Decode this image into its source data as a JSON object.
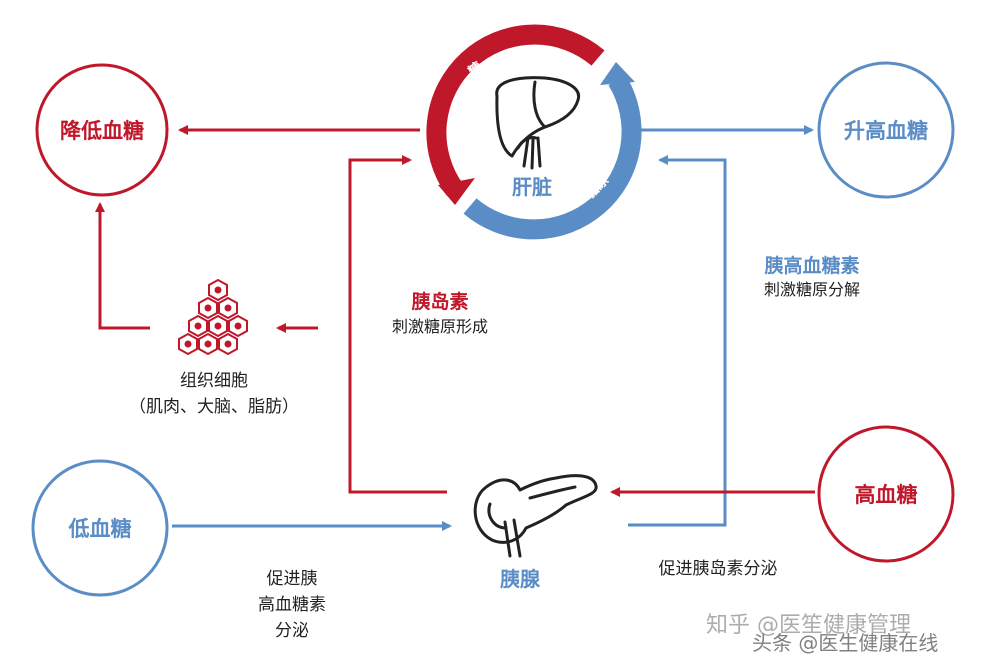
{
  "colors": {
    "red": "#c0182b",
    "blue": "#5a8dc6",
    "text": "#222222",
    "white": "#ffffff"
  },
  "nodes": {
    "lower_glucose": "降低血糖",
    "raise_glucose": "升高血糖",
    "low_blood_sugar": "低血糖",
    "high_blood_sugar": "高血糖",
    "liver": "肝脏",
    "pancreas": "胰腺",
    "liver_ring_red": "糖",
    "liver_ring_blue": "糖原"
  },
  "tissue": {
    "title": "组织细胞",
    "detail": "（肌肉、大脑、脂肪）"
  },
  "labels": {
    "insulin_title": "胰岛素",
    "insulin_desc": "刺激糖原形成",
    "glucagon_title": "胰高血糖素",
    "glucagon_desc": "刺激糖原分解",
    "promote_glucagon": [
      "促进胰",
      "高血糖素",
      "分泌"
    ],
    "promote_insulin": "促进胰岛素分泌"
  },
  "icons": {
    "liver": "liver-icon",
    "pancreas": "pancreas-icon",
    "cells": "cell-cluster-icon"
  },
  "watermark": {
    "zhihu": "知乎 @医笙健康管理",
    "toutiao": "头条 @医生健康在线"
  }
}
